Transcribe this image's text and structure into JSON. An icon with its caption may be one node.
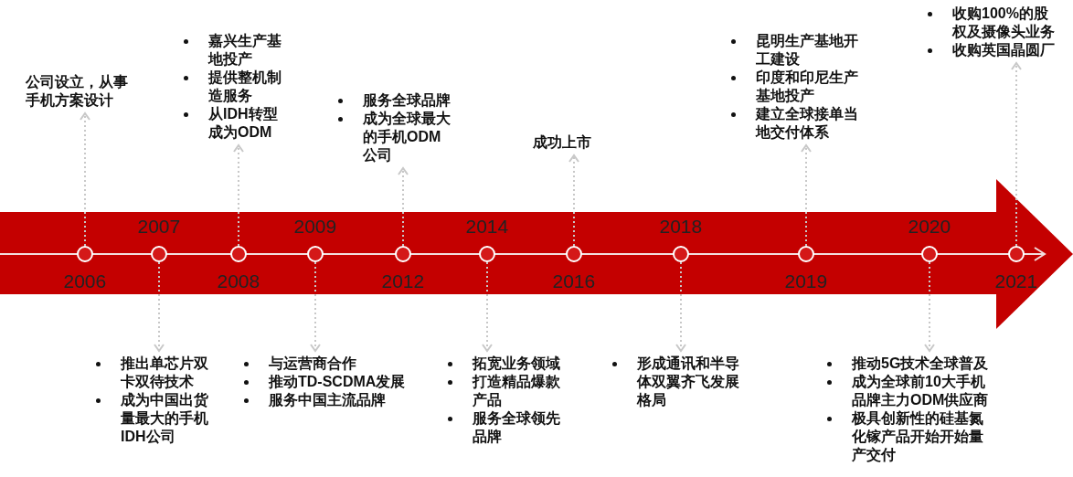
{
  "diagram": {
    "nodes": [
      {
        "text": [],
        "shape": "circle",
        "beside": [
          "2006"
        ]
      },
      {
        "text": [],
        "shape": "circle",
        "beside": [
          "2007"
        ]
      },
      {
        "text": [],
        "shape": "circle",
        "beside": [
          "2008"
        ]
      },
      {
        "text": [],
        "shape": "circle",
        "beside": [
          "2009"
        ]
      },
      {
        "text": [],
        "shape": "circle",
        "beside": [
          "2012"
        ]
      },
      {
        "text": [],
        "shape": "circle",
        "beside": [
          "2014"
        ]
      },
      {
        "text": [],
        "shape": "circle",
        "beside": [
          "2016"
        ]
      },
      {
        "text": [],
        "shape": "circle",
        "beside": [
          "2018"
        ]
      },
      {
        "text": [],
        "shape": "circle",
        "beside": [
          "2019"
        ]
      },
      {
        "text": [],
        "shape": "circle",
        "beside": [
          "2020"
        ]
      },
      {
        "text": [],
        "shape": "circle",
        "beside": [
          "2021"
        ]
      },
      {
        "text": [
          "公司设立，从事手机方案设计"
        ]
      },
      {
        "text": [
          "推出单芯片双卡双待技术",
          "成为中国出货量最大的手机IDH公司"
        ]
      },
      {
        "text": [
          "嘉兴生产基地投产",
          "提供整机制造服务",
          "从IDH转型成为ODM"
        ]
      },
      {
        "text": [
          "与运营商合作",
          "推动TD-SCDMA发展",
          "服务中国主流品牌"
        ]
      },
      {
        "text": [
          "服务全球品牌",
          "成为全球最大的手机ODM公司"
        ]
      },
      {
        "text": [
          "拓宽业务领域",
          "打造精品爆款产品",
          "服务全球领先品牌"
        ]
      },
      {
        "text": [
          "成功上市"
        ]
      },
      {
        "text": [
          "形成通讯和半导体双翼齐飞发展格局"
        ]
      },
      {
        "text": [
          "昆明生产基地开工建设",
          "印度和印尼生产基地投产",
          "建立全球接单当地交付体系"
        ]
      },
      {
        "text": [
          "推动5G技术全球普及",
          "成为全球前10大手机品牌主力ODM供应商",
          "极具创新性的硅基氮化镓产品开始开始量产交付"
        ]
      },
      {
        "text": [
          "收购100%的股权及摄像头业务",
          "收购英国晶圆厂"
        ]
      }
    ],
    "edges": [
      {
        "from": 0,
        "to": 11,
        "arrow": "to",
        "style": "dashed"
      },
      {
        "from": 1,
        "to": 12,
        "arrow": "to",
        "style": "dashed"
      },
      {
        "from": 2,
        "to": 13,
        "arrow": "to",
        "style": "dashed"
      },
      {
        "from": 3,
        "to": 14,
        "arrow": "to",
        "style": "dashed"
      },
      {
        "from": 4,
        "to": 15,
        "arrow": "to",
        "style": "dashed"
      },
      {
        "from": 5,
        "to": 16,
        "arrow": "to",
        "style": "dashed"
      },
      {
        "from": 6,
        "to": 17,
        "arrow": "to",
        "style": "dashed"
      },
      {
        "from": 7,
        "to": 18,
        "arrow": "to",
        "style": "dashed"
      },
      {
        "from": 8,
        "to": 19,
        "arrow": "to",
        "style": "dashed"
      },
      {
        "from": 9,
        "to": 20,
        "arrow": "to",
        "style": "dashed"
      },
      {
        "from": 10,
        "to": 21,
        "arrow": "to",
        "style": "dashed"
      }
    ]
  }
}
